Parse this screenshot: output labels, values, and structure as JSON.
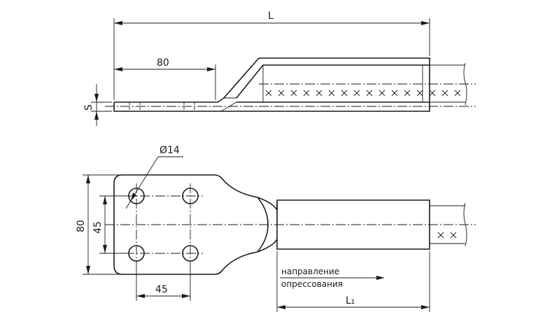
{
  "side_view": {
    "dim_total_length": "L",
    "dim_pad_length": "80",
    "dim_thickness": "S"
  },
  "plan_view": {
    "dim_hole_diameter": "Ø14",
    "dim_height_outer": "80",
    "dim_height_holes": "45",
    "dim_width_holes": "45",
    "dim_barrel_length": "L₁",
    "press_direction_line1": "направление",
    "press_direction_line2": "опрессования"
  }
}
